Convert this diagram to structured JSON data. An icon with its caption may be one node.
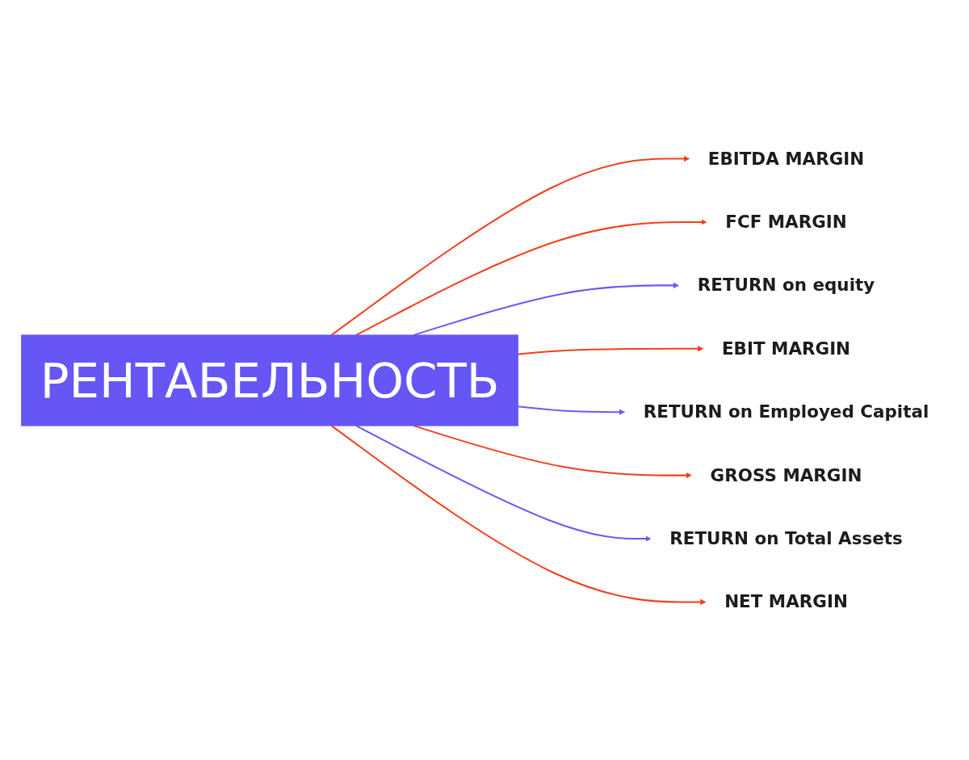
{
  "diagram": {
    "nodes": [
      {
        "text": [
          "EBITDA MARGIN"
        ]
      },
      {
        "text": [
          "FCF MARGIN"
        ]
      },
      {
        "text": [
          "RETURN on equity"
        ]
      },
      {
        "text": [
          "EBIT MARGIN"
        ]
      },
      {
        "text": [
          "РЕНТАБЕЛЬНОСТЬ"
        ]
      },
      {
        "text": [
          "RETURN on Employed Capital"
        ]
      },
      {
        "text": [
          "GROSS MARGIN"
        ]
      },
      {
        "text": [
          "RETURN on Total Assets"
        ]
      },
      {
        "text": [
          "NET MARGIN"
        ]
      }
    ],
    "edges": [
      {
        "from": 4,
        "to": 0,
        "arrow": "to"
      },
      {
        "from": 4,
        "to": 1,
        "arrow": "to"
      },
      {
        "from": 4,
        "to": 2,
        "arrow": "to",
        "color": "#6a58f6"
      },
      {
        "from": 4,
        "to": 3,
        "arrow": "to"
      },
      {
        "from": 4,
        "to": 5,
        "arrow": "to",
        "color": "#6a58f6"
      },
      {
        "from": 4,
        "to": 6,
        "arrow": "to"
      },
      {
        "from": 4,
        "to": 7,
        "arrow": "to",
        "color": "#6a58f6"
      },
      {
        "from": 4,
        "to": 8,
        "arrow": "to"
      }
    ]
  }
}
